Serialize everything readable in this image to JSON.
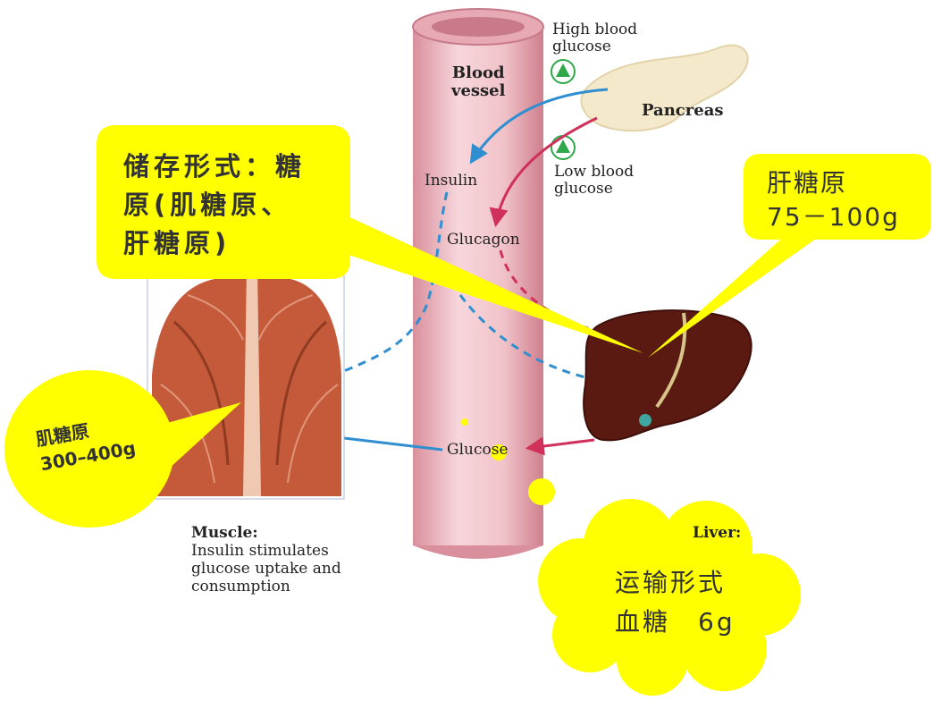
{
  "labels": {
    "high_glucose": "High blood\nglucose",
    "low_glucose": "Low blood\nglucose",
    "pancreas": "Pancreas",
    "vessel": "Blood\nvessel",
    "insulin": "Insulin",
    "glucagon": "Glucagon",
    "glucose": "Glucose",
    "muscle_title": "Muscle:",
    "muscle_desc": "Insulin stimulates\nglucose uptake and\nconsumption",
    "liver_title": "Liver:"
  },
  "callouts": {
    "storage": "储存形式：糖\n原(肌糖原、\n肝糖原)",
    "liver_glycogen": "肝糖原\n75－100g",
    "muscle_glycogen": "肌糖原\n300–400g",
    "transport": "运输形式\n血糖　6g"
  },
  "colors": {
    "callout_fill": "#ffff00",
    "vessel": "#f0c2c8",
    "vessel_dark": "#d98f9c",
    "insulin_arrow": "#2f8fd0",
    "glucagon_arrow": "#d0305a",
    "liver": "#5a1a12",
    "muscle": "#c45a3a",
    "pancreas": "#f5e9cc",
    "triangle_green": "#2fa84a"
  }
}
